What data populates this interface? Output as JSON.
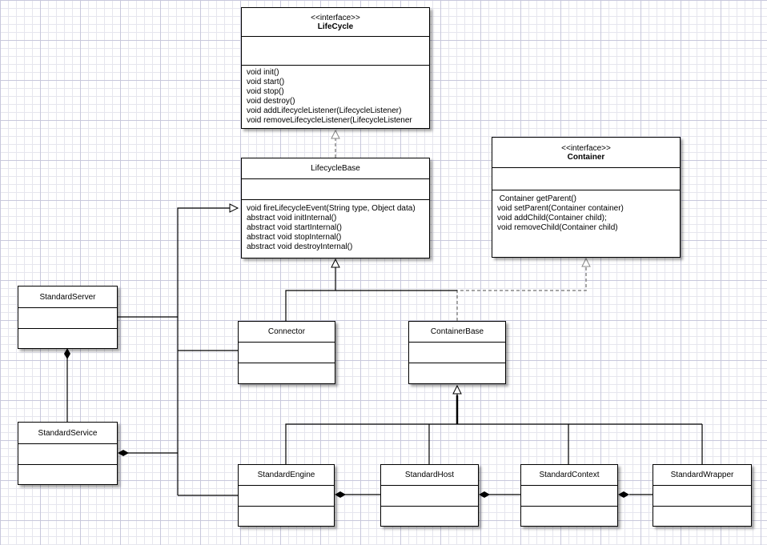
{
  "classes": {
    "lifecycle": {
      "stereotype": "<<interface>>",
      "name": "LifeCycle",
      "methods": [
        "void init()",
        "void start()",
        "void stop()",
        "void destroy()",
        "void addLifecycleListener(LifecycleListener)",
        "void removeLifecycleListener(LifecycleListener"
      ]
    },
    "lifecycle_base": {
      "name": "LifecycleBase",
      "methods": [
        "void fireLifecycleEvent(String type, Object data)",
        "abstract void initInternal()",
        "abstract void startInternal()",
        "abstract void stopInternal()",
        "abstract void destroyInternal()"
      ]
    },
    "container": {
      "stereotype": "<<interface>>",
      "name": "Container",
      "methods": [
        " Container getParent()",
        "void setParent(Container container)",
        "void addChild(Container child);",
        "void removeChild(Container child)"
      ]
    },
    "standard_server": {
      "name": "StandardServer"
    },
    "standard_service": {
      "name": "StandardService"
    },
    "connector": {
      "name": "Connector"
    },
    "container_base": {
      "name": "ContainerBase"
    },
    "standard_engine": {
      "name": "StandardEngine"
    },
    "standard_host": {
      "name": "StandardHost"
    },
    "standard_context": {
      "name": "StandardContext"
    },
    "standard_wrapper": {
      "name": "StandardWrapper"
    }
  }
}
